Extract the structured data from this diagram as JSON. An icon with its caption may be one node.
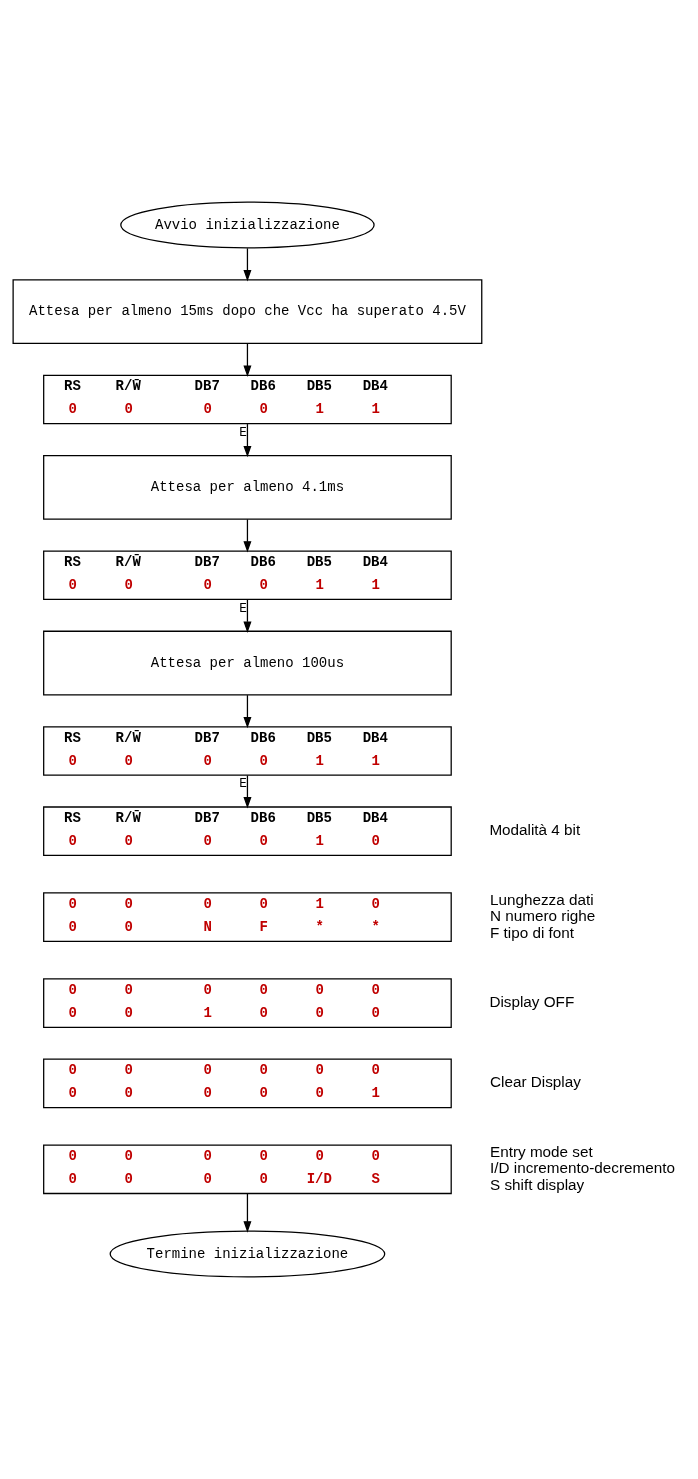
{
  "diagram": {
    "nodes": [
      {
        "text": [
          "Avvio inizializzazione"
        ]
      },
      {
        "text": [
          "Attesa per almeno 15ms dopo che Vcc ha superato 4.5V"
        ]
      },
      {
        "text": [
          "RS",
          "R/W̄",
          "DB7",
          "DB6",
          "DB5",
          "DB4",
          "0",
          "0",
          "0",
          "0",
          "1",
          "1"
        ]
      },
      {
        "text": [
          "Attesa per almeno 4.1ms"
        ]
      },
      {
        "text": [
          "RS",
          "R/W̄",
          "DB7",
          "DB6",
          "DB5",
          "DB4",
          "0",
          "0",
          "0",
          "0",
          "1",
          "1"
        ]
      },
      {
        "text": [
          "Attesa per almeno 100us"
        ]
      },
      {
        "text": [
          "RS",
          "R/W̄",
          "DB7",
          "DB6",
          "DB5",
          "DB4",
          "0",
          "0",
          "0",
          "0",
          "1",
          "1"
        ]
      },
      {
        "text": [
          "RS",
          "R/W̄",
          "DB7",
          "DB6",
          "DB5",
          "DB4",
          "0",
          "0",
          "0",
          "0",
          "1",
          "0"
        ],
        "beside": [
          "Modalità 4 bit"
        ]
      },
      {
        "text": [
          "0",
          "0",
          "0",
          "0",
          "1",
          "0",
          "0",
          "0",
          "N",
          "F",
          "*",
          "*"
        ],
        "beside": [
          "Lunghezza dati",
          "N numero righe",
          "F tipo di font"
        ]
      },
      {
        "text": [
          "0",
          "0",
          "0",
          "0",
          "0",
          "0",
          "0",
          "0",
          "1",
          "0",
          "0",
          "0"
        ],
        "beside": [
          "Display OFF"
        ]
      },
      {
        "text": [
          "0",
          "0",
          "0",
          "0",
          "0",
          "0",
          "0",
          "0",
          "0",
          "0",
          "0",
          "1"
        ],
        "beside": [
          "Clear Display"
        ]
      },
      {
        "text": [
          "0",
          "0",
          "0",
          "0",
          "0",
          "0",
          "0",
          "0",
          "0",
          "0",
          "I/D",
          "S"
        ],
        "beside": [
          "Entry mode set",
          "I/D incremento-decremento",
          "S shift display"
        ]
      },
      {
        "text": [
          "Termine inizializzazione"
        ]
      }
    ],
    "edges": [
      {
        "from": 0,
        "to": 1,
        "arrow": "to"
      },
      {
        "from": 1,
        "to": 2,
        "arrow": "to"
      },
      {
        "from": 2,
        "to": 3,
        "arrow": "to",
        "label": "E"
      },
      {
        "from": 3,
        "to": 4,
        "arrow": "to"
      },
      {
        "from": 4,
        "to": 5,
        "arrow": "to",
        "label": "E"
      },
      {
        "from": 5,
        "to": 6,
        "arrow": "to"
      },
      {
        "from": 6,
        "to": 7,
        "arrow": "to",
        "label": "E"
      },
      {
        "from": 11,
        "to": 12,
        "arrow": "to"
      }
    ]
  }
}
